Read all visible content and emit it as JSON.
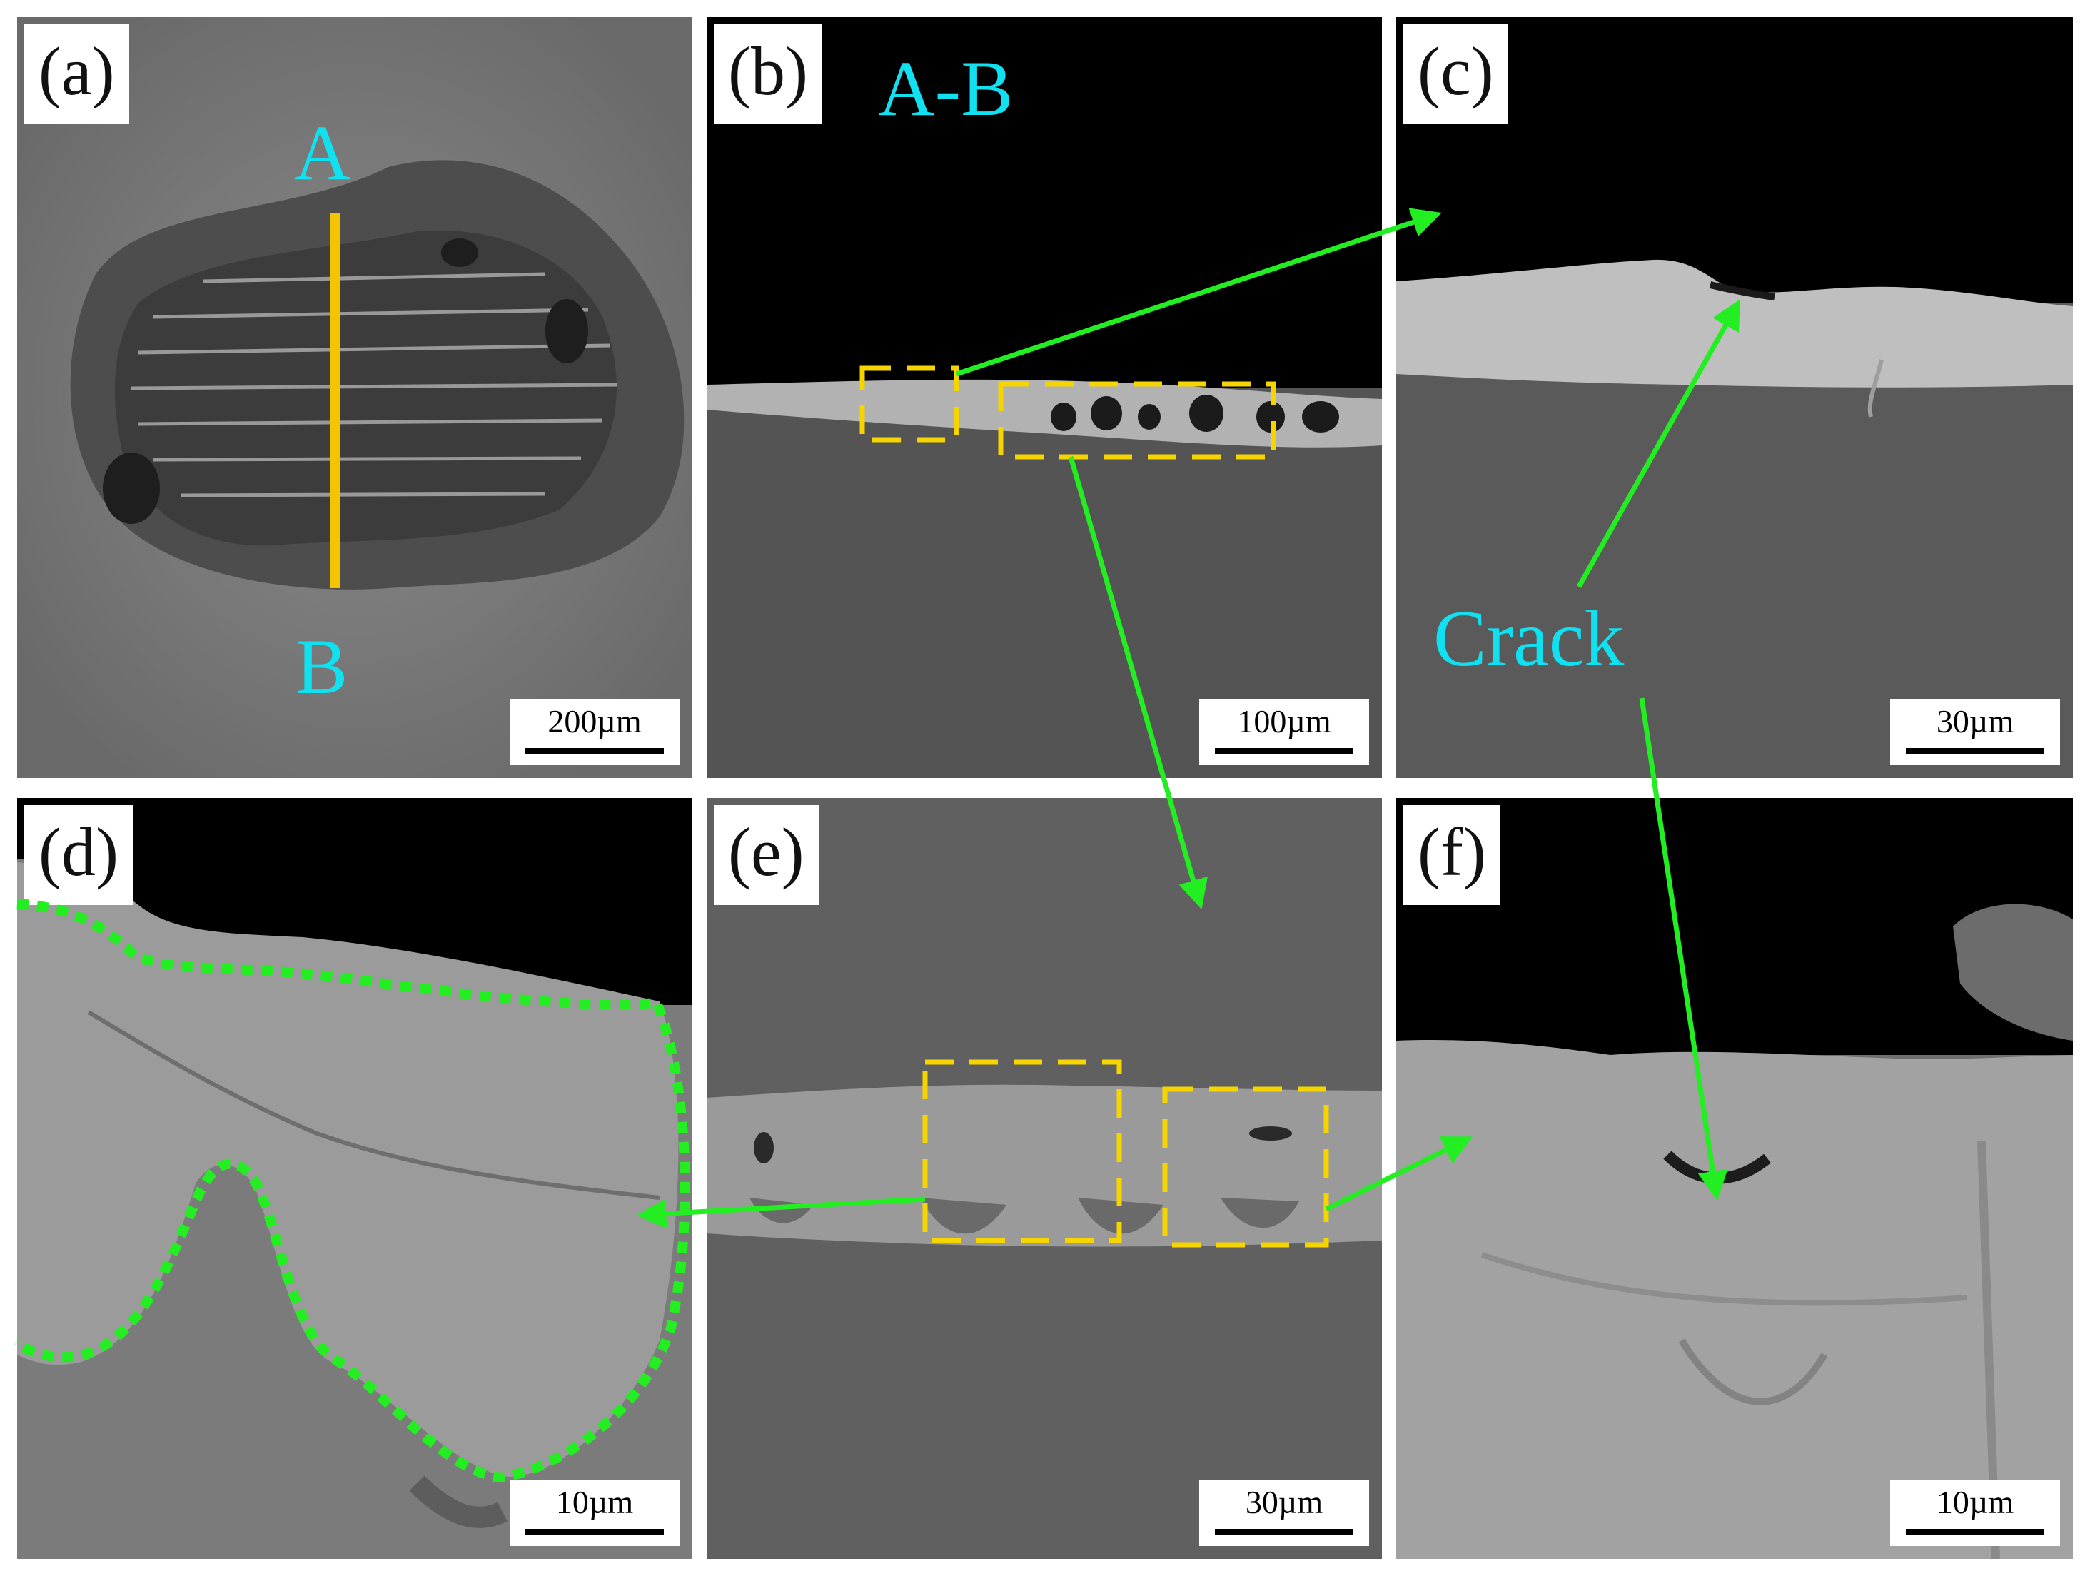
{
  "panels": [
    {
      "label": "(a)",
      "scale": "200µm"
    },
    {
      "label": "(b)",
      "scale": "100µm"
    },
    {
      "label": "(c)",
      "scale": "30µm"
    },
    {
      "label": "(d)",
      "scale": "10µm"
    },
    {
      "label": "(e)",
      "scale": "30µm"
    },
    {
      "label": "(f)",
      "scale": "10µm"
    }
  ],
  "annotations": {
    "point_a": "A",
    "point_b": "B",
    "section": "A-B",
    "crack": "Crack"
  },
  "colors": {
    "annotation_text": "#10e0f0",
    "arrow": "#22ee22",
    "section_line": "#f5c400",
    "dashed_box": "#f5d400",
    "outline": "#22ee22"
  }
}
